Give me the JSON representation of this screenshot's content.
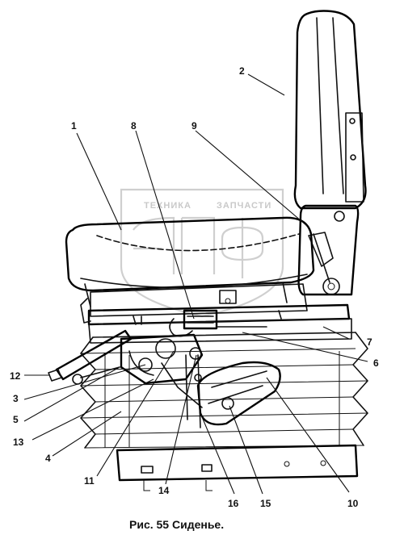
{
  "figure": {
    "caption": "Рис. 55  Сиденье.",
    "callouts": [
      "1",
      "2",
      "3",
      "4",
      "5",
      "6",
      "7",
      "8",
      "9",
      "10",
      "11",
      "12",
      "13",
      "14",
      "15",
      "16"
    ]
  },
  "watermark": {
    "brand_top": "ТЕХНИКА",
    "brand_top_right": "ЗАПЧАСТИ",
    "logo_text": "ЭПФ"
  }
}
